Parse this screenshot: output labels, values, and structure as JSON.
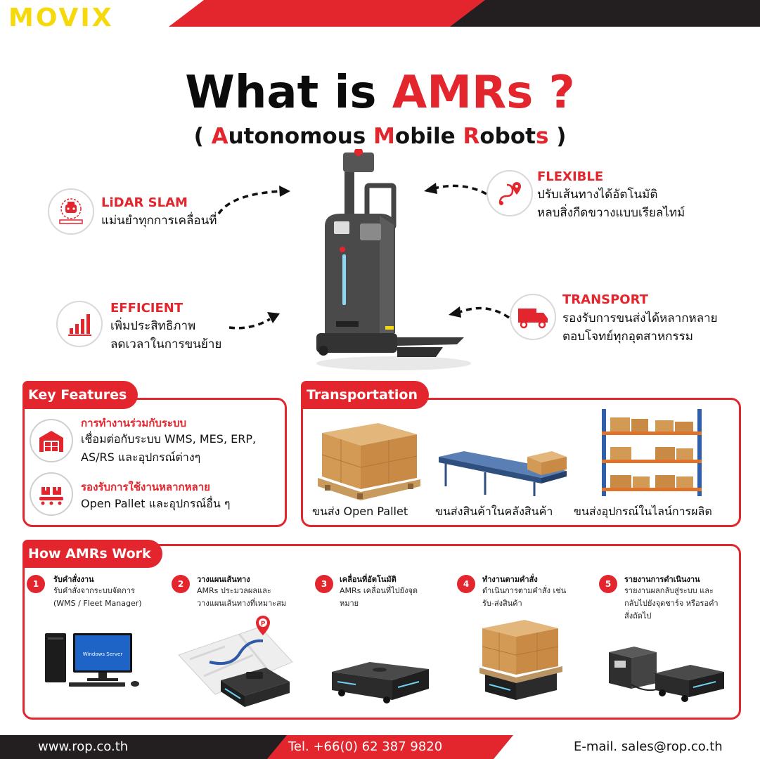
{
  "brand": {
    "logo": "MOVIX",
    "accent": "#e3262d",
    "logo_color": "#f5d90a"
  },
  "hero": {
    "title_prefix": "What is ",
    "title_highlight": "AMRs ?",
    "subtitle": {
      "open": "( ",
      "a": "A",
      "a_rest": "utonomous ",
      "m": "M",
      "m_rest": "obile ",
      "r": "R",
      "r_rest": "obot",
      "s": "s",
      "close": " )"
    }
  },
  "features": {
    "lidar": {
      "icon": "lidar-robot-icon",
      "title": "LiDAR SLAM",
      "line1": "แม่นยำทุกการเคลื่อนที่"
    },
    "flexible": {
      "icon": "route-pin-icon",
      "title": "FLEXIBLE",
      "line1": "ปรับเส้นทางได้อัตโนมัติ",
      "line2": "หลบสิ่งกีดขวางแบบเรียลไทม์"
    },
    "efficient": {
      "icon": "bar-chart-icon",
      "title": "EFFICIENT",
      "line1": "เพิ่มประสิทธิภาพ",
      "line2": "ลดเวลาในการขนย้าย"
    },
    "transport": {
      "icon": "truck-icon",
      "title": "TRANSPORT",
      "line1": "รองรับการขนส่งได้หลากหลาย",
      "line2": "ตอบโจทย์ทุกอุตสาหกรรม"
    }
  },
  "key_features": {
    "tab": "Key Features",
    "items": [
      {
        "icon": "warehouse-icon",
        "title": "การทำงานร่วมกับระบบ",
        "line1": "เชื่อมต่อกับระบบ WMS, MES, ERP,",
        "line2": "AS/RS และอุปกรณ์ต่างๆ"
      },
      {
        "icon": "boxes-conveyor-icon",
        "title": "รองรับการใช้งานหลากหลาย",
        "line1": "Open Pallet และอุปกรณ์อื่น ๆ"
      }
    ]
  },
  "transportation": {
    "tab": "Transportation",
    "items": [
      {
        "image": "pallet-boxes-image",
        "caption": "ขนส่ง Open Pallet"
      },
      {
        "image": "conveyor-image",
        "caption": "ขนส่งสินค้าในคลังสินค้า"
      },
      {
        "image": "rack-shelving-image",
        "caption": "ขนส่งอุปกรณ์ในไลน์การผลิต"
      }
    ]
  },
  "how_it_works": {
    "tab": "How AMRs Work",
    "steps": [
      {
        "num": "1",
        "title": "รับคำสั่งงาน",
        "line1": "รับคำสั่งจากระบบจัดการ",
        "line2": "(WMS / Fleet Manager)",
        "image": "desktop-computer-image",
        "screen_text": "Windows Server"
      },
      {
        "num": "2",
        "title": "วางแผนเส้นทาง",
        "line1": "AMRs ประมวลผลและ",
        "line2": "วางแผนเส้นทางที่เหมาะสม",
        "image": "map-route-robot-image",
        "pin_text": "P"
      },
      {
        "num": "3",
        "title": "เคลื่อนที่อัตโนมัติ",
        "line1": "AMRs เคลื่อนที่ไปยังจุด",
        "line2": "หมาย",
        "image": "amr-robot-image"
      },
      {
        "num": "4",
        "title": "ทำงานตามคำสั่ง",
        "line1": "ดำเนินการตามคำสั่ง เช่น",
        "line2": "รับ-ส่งสินค้า",
        "image": "robot-carrying-boxes-image"
      },
      {
        "num": "5",
        "title": "รายงานการดำเนินงาน",
        "line1": "รายงานผลกลับสู่ระบบ และ",
        "line2": "กลับไปยังจุดชาร์จ หรือรอคำ",
        "line3": "สั่งถัดไป",
        "image": "charging-station-robot-image"
      }
    ]
  },
  "footer": {
    "website": "www.rop.co.th",
    "phone": "Tel. +66(0) 62 387 9820",
    "email": "E-mail. sales@rop.co.th"
  }
}
